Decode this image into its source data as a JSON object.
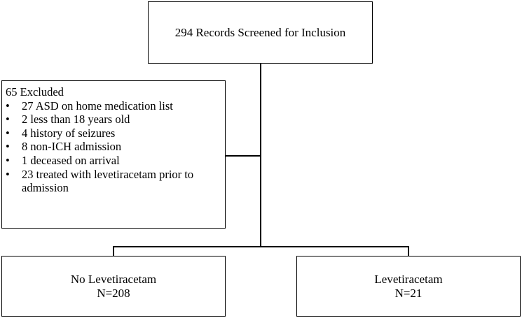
{
  "screened": {
    "text": "294 Records Screened for Inclusion"
  },
  "excluded": {
    "title": "65 Excluded",
    "bullet": "•",
    "items": [
      "27 ASD on home medication list",
      "2 less than 18 years old",
      "4 history of seizures",
      "8 non-ICH admission",
      "1 deceased on arrival",
      "23 treated with levetiracetam prior to admission"
    ]
  },
  "no_levetiracetam": {
    "label": "No Levetiracetam",
    "count": "N=208"
  },
  "levetiracetam": {
    "label": "Levetiracetam",
    "count": "N=21"
  }
}
